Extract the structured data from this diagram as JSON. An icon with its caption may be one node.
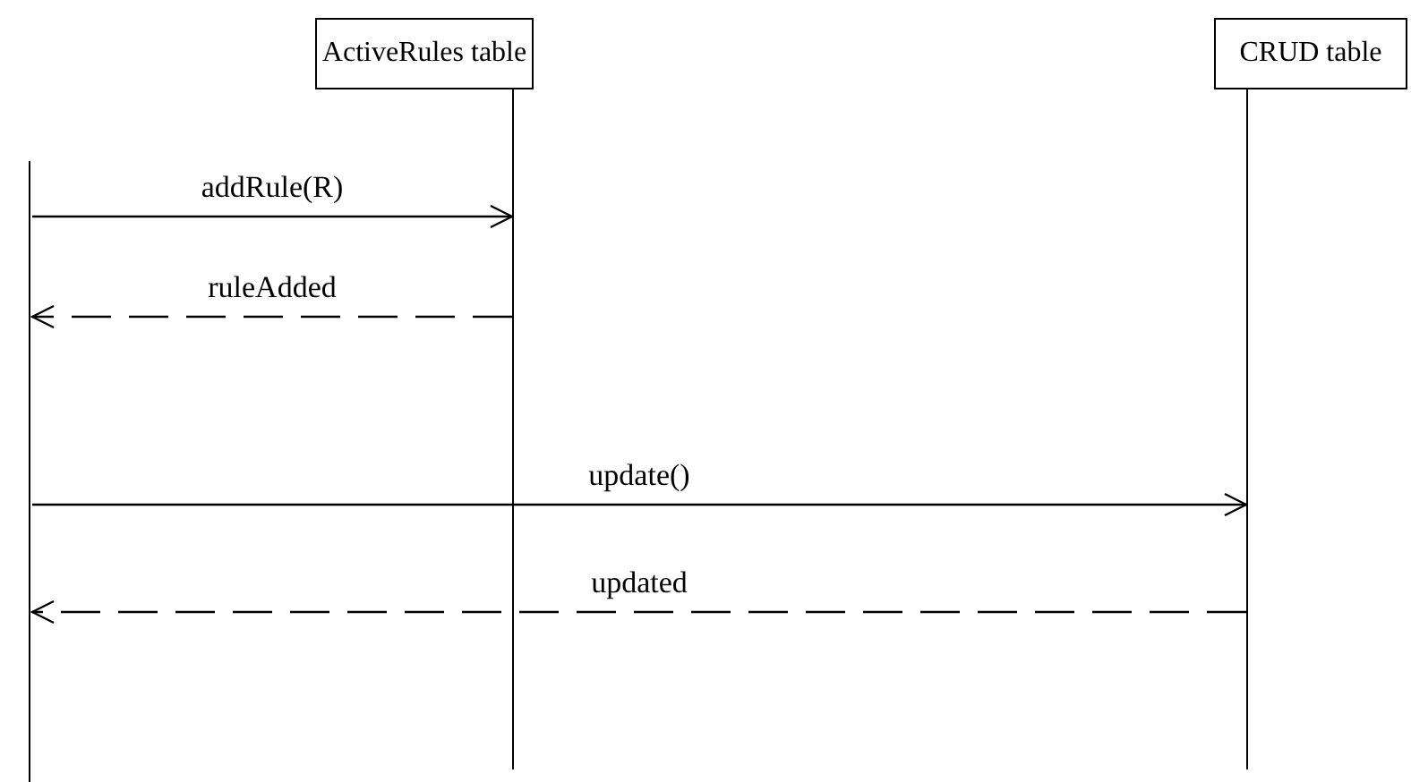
{
  "diagram": {
    "nodes": [
      {
        "text": [
          "ActiveRules table"
        ]
      },
      {
        "text": [
          "CRUD table"
        ]
      },
      {
        "text": [],
        "shape": "line"
      },
      {
        "text": [],
        "shape": "line"
      },
      {
        "text": [],
        "shape": "line"
      }
    ],
    "edges": [
      {
        "from": 2,
        "to": 3,
        "arrow": "to",
        "label": "addRule(R)"
      },
      {
        "from": 3,
        "to": 2,
        "arrow": "to",
        "label": "ruleAdded",
        "style": "dashed"
      },
      {
        "from": 2,
        "to": 4,
        "arrow": "to",
        "label": "update()"
      },
      {
        "from": 4,
        "to": 2,
        "arrow": "to",
        "label": "updated",
        "style": "dashed"
      }
    ]
  }
}
